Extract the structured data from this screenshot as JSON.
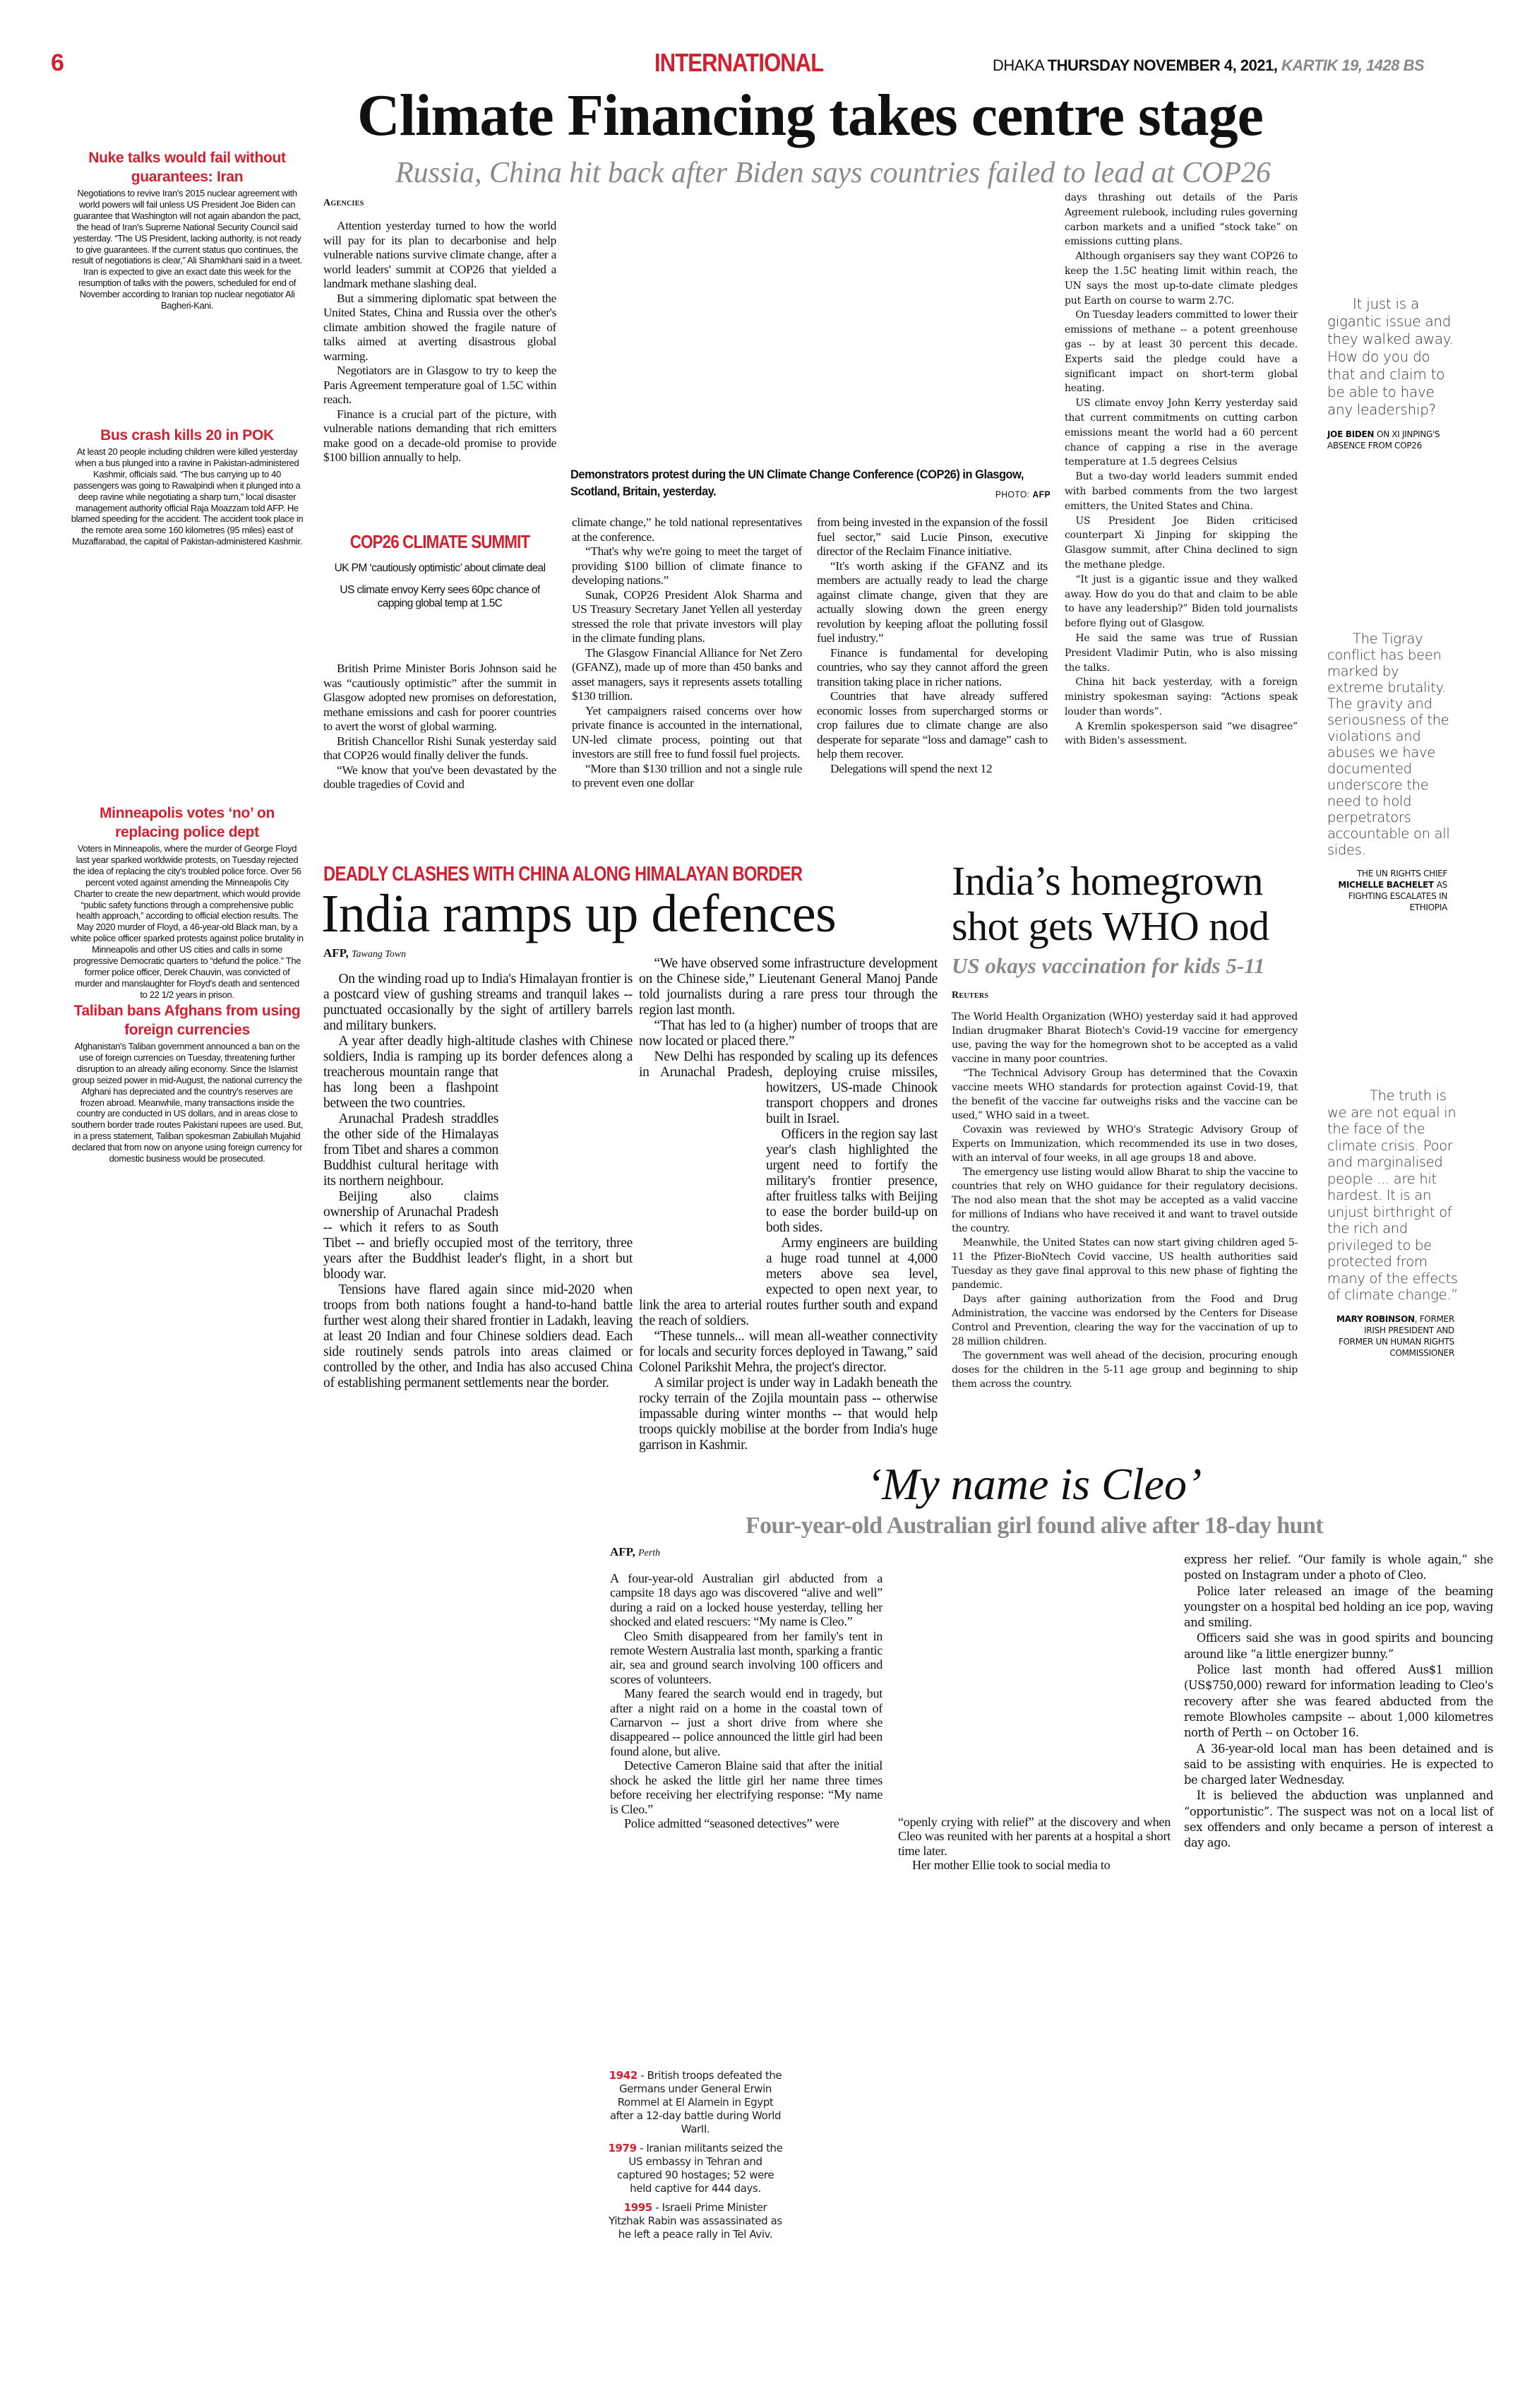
{
  "masthead": {
    "page_number": "6",
    "section": "INTERNATIONAL",
    "city": "DHAKA",
    "date": "THURSDAY NOVEMBER 4, 2021,",
    "bangla_date": "KARTIK 19, 1428 BS"
  },
  "colors": {
    "accent": "#d1202f",
    "subhead_gray": "#8a8a8a"
  },
  "sidebar": [
    {
      "title": "Nuke talks would fail without guarantees: Iran",
      "body": "Negotiations to revive Iran's 2015 nuclear agreement with world powers will fail unless US President Joe Biden can guarantee that Washington will not again abandon the pact, the head of Iran's Supreme National Security Council said yesterday. “The US President, lacking authority, is not ready to give guarantees. If the current status quo continues, the result of negotiations is clear,” Ali Shamkhani said in a tweet. Iran is expected to give an exact date this week for the resumption of talks with the powers, scheduled for end of November according to Iranian top nuclear negotiator Ali Bagheri-Kani."
    },
    {
      "title": "Bus crash kills 20 in POK",
      "body": "At least 20 people including children were killed yesterday when a bus plunged into a ravine in Pakistan-administered Kashmir, officials said. “The bus carrying up to 40 passengers was going to Rawalpindi when it plunged into a deep ravine while negotiating a sharp turn,” local disaster management authority official Raja Moazzam told AFP. He blamed speeding for the accident. The accident took place in the remote area some 160 kilometres (95 miles) east of Muzaffarabad, the capital of Pakistan-administered Kashmir."
    },
    {
      "title": "Minneapolis votes ‘no’ on replacing police dept",
      "body": "Voters in Minneapolis, where the murder of George Floyd last year sparked worldwide protests, on Tuesday rejected the idea of replacing the city's troubled police force. Over 56 percent voted against amending the Minneapolis City Charter to create the new department, which would provide “public safety functions through a comprehensive public health approach,” according to official election results. The May 2020 murder of Floyd, a 46-year-old Black man, by a white police officer sparked protests against police brutality in Minneapolis and other US cities and calls in some progressive Democratic quarters to “defund the police.” The former police officer, Derek Chauvin, was convicted of murder and manslaughter for Floyd's death and sentenced to 22 1/2 years in prison."
    },
    {
      "title": "Taliban bans Afghans from using foreign currencies",
      "body": "Afghanistan's Taliban government announced a ban on the use of foreign currencies on Tuesday, threatening further disruption to an already ailing economy. Since the Islamist group seized power in mid-August, the national currency the Afghani has depreciated and the country's reserves are frozen abroad. Meanwhile, many transactions inside the country are conducted in US dollars, and in areas close to southern border trade routes Pakistani rupees are used. But, in a press statement, Taliban spokesman Zabiullah Mujahid declared that from now on anyone using foreign currency for domestic business would be prosecuted."
    }
  ],
  "climate": {
    "headline": "Climate Financing takes centre stage",
    "subhead": "Russia, China hit back after Biden says countries failed to lead at COP26",
    "byline": "Agencies",
    "photo_caption": "Demonstrators protest during the UN Climate Change Conference (COP26) in Glasgow, Scotland, Britain, yesterday.",
    "photo_credit_label": "PHOTO:",
    "photo_credit": "AFP",
    "box": {
      "title": "COP26 CLIMATE SUMMIT",
      "items": [
        "UK PM ‘cautiously optimistic’ about climate deal",
        "US climate envoy Kerry sees 60pc chance of capping global temp at 1.5C"
      ]
    },
    "col1_top": [
      "Attention yesterday turned to how the world will pay for its plan to decarbonise and help vulnerable nations survive climate change, after a world leaders' summit at COP26 that yielded a landmark methane slashing deal.",
      "But a simmering diplomatic spat between the United States, China and Russia over the other's climate ambition showed the fragile nature of talks aimed at averting disastrous global warming.",
      "Negotiators are in Glasgow to try to keep the Paris Agreement temperature goal of 1.5C within reach.",
      "Finance is a crucial part of the picture, with vulnerable nations demanding that rich emitters make good on a decade-old promise to provide $100 billion annually to help."
    ],
    "col1_bottom": [
      "British Prime Minister Boris Johnson said he was “cautiously optimistic” after the summit in Glasgow adopted new promises on deforestation, methane emissions and cash for poorer countries to avert the worst of global warming.",
      "British Chancellor Rishi Sunak yesterday said that COP26 would finally deliver the funds.",
      "“We know that you've been devastated by the double tragedies of Covid and"
    ],
    "col2": [
      "climate change,” he told national representatives at the conference.",
      "“That's why we're going to meet the target of providing $100 billion of climate finance to developing nations.”",
      "Sunak, COP26 President Alok Sharma and US Treasury Secretary Janet Yellen all yesterday stressed the role that private investors will play in the climate funding plans.",
      "The Glasgow Financial Alliance for Net Zero (GFANZ), made up of more than 450 banks and asset managers, says it represents assets totalling $130 trillion.",
      "Yet campaigners raised concerns over how private finance is accounted in the international, UN-led climate process, pointing out that investors are still free to fund fossil fuel projects.",
      "“More than $130 trillion and not a single rule to prevent even one dollar"
    ],
    "col3": [
      "from being invested in the expansion of the fossil fuel sector,” said Lucie Pinson, executive director of the Reclaim Finance initiative.",
      "“It's worth asking if the GFANZ and its members are actually ready to lead the charge against climate change, given that they are actually slowing down the green energy revolution by keeping afloat the polluting fossil fuel industry.”",
      "Finance is fundamental for developing countries, who say they cannot afford the green transition taking place in richer nations.",
      "Countries that have already suffered economic losses from supercharged storms or crop failures due to climate change are also desperate for separate “loss and damage” cash to help them recover.",
      "Delegations will spend the next 12"
    ],
    "col4": [
      "days thrashing out details of the Paris Agreement rulebook, including rules governing carbon markets and a unified “stock take” on emissions cutting plans.",
      "Although organisers say they want COP26 to keep the 1.5C heating limit within reach, the UN says the most up-to-date climate pledges put Earth on course to warm 2.7C.",
      "On Tuesday leaders committed to lower their emissions of methane -- a potent greenhouse gas -- by at least 30 percent this decade. Experts said the pledge could have a significant impact on short-term global heating.",
      "US climate envoy John Kerry yesterday said that current commitments on cutting carbon emissions meant the world had a 60 percent chance of capping a rise in the average temperature at 1.5 degrees Celsius",
      "But a two-day world leaders summit ended with barbed comments from the two largest emitters, the United States and China.",
      "US President Joe Biden criticised counterpart Xi Jinping for skipping the Glasgow summit, after China declined to sign the methane pledge.",
      "“It just is a gigantic issue and they walked away. How do you do that and claim to be able to have any leadership?” Biden told journalists before flying out of Glasgow.",
      "He said the same was true of Russian President Vladimir Putin, who is also missing the talks.",
      "China hit back yesterday, with a foreign ministry spokesman saying: “Actions speak louder than words”.",
      "A Kremlin spokesperson said “we disagree” with Biden's assessment."
    ]
  },
  "quotes": [
    {
      "text": "It just is a gigantic issue and they walked away. How do you do that and claim to be able to have any leadership?",
      "name": "JOE BIDEN",
      "role": "ON XI JINPING'S ABSENCE FROM COP26"
    },
    {
      "text": "The Tigray conflict has been marked by extreme brutality. The gravity and seriousness of the violations and abuses we have documented underscore the need to hold perpetrators accountable on all sides.",
      "prefix": "THE UN RIGHTS CHIEF",
      "name": "MICHELLE BACHELET",
      "role": "AS FIGHTING ESCALATES IN ETHIOPIA"
    },
    {
      "text": "The truth is we are not equal in the face of the climate crisis. Poor and marginalised people ... are hit hardest. It is an unjust birthright of the rich and privileged to be protected from many of the effects of climate change.”",
      "name": "MARY ROBINSON",
      "role": ", FORMER IRISH PRESIDENT AND FORMER UN HUMAN RIGHTS COMMISSIONER"
    }
  ],
  "india": {
    "kicker": "DEADLY CLASHES WITH CHINA ALONG HIMALAYAN BORDER",
    "headline": "India ramps up defences",
    "agency": "AFP,",
    "dateline": "Tawang Town",
    "col1": [
      "On the winding road up to India's Himalayan frontier is a postcard view of gushing streams and tranquil lakes -- punctuated occasionally by the sight of artillery barrels and military bunkers.",
      "A year after deadly high-altitude clashes with Chinese soldiers, India is ramping up its border defences along a treacherous mountain range that has long been a flashpoint between the two countries.",
      "Arunachal Pradesh straddles the other side of the Himalayas from Tibet and shares a common Buddhist cultural heritage with its northern neighbour.",
      "Beijing also claims ownership of Arunachal Pradesh -- which it refers to as South Tibet -- and briefly occupied most of the territory, three years after the Buddhist leader's flight, in a short but bloody war.",
      "Tensions have flared again since mid-2020 when troops from both nations fought a hand-to-hand battle further west along their shared frontier in Ladakh, leaving at least 20 Indian and four Chinese soldiers dead. Each side routinely sends patrols into areas claimed or controlled by the other, and India has also accused China of establishing permanent settlements near the border."
    ],
    "col2": [
      "“We have observed some infrastructure development on the Chinese side,” Lieutenant General Manoj Pande told journalists during a rare press tour through the region last month.",
      "“That has led to (a higher) number of troops that are now located or placed there.”",
      "New Delhi has responded by scaling up its defences in Arunachal Pradesh, deploying cruise missiles, howitzers, US-made Chinook transport choppers and drones built in Israel.",
      "Officers in the region say last year's clash highlighted the urgent need to fortify the military's frontier presence, after fruitless talks with Beijing to ease the border build-up on both sides.",
      "Army engineers are building a huge road tunnel at 4,000 meters above sea level, expected to open next year, to link the area to arterial routes further south and expand the reach of soldiers.",
      "“These tunnels... will mean all-weather connectivity for locals and security forces deployed in Tawang,” said Colonel Parikshit Mehra, the project's director.",
      "A similar project is under way in Ladakh beneath the rocky terrain of the Zojila mountain pass -- otherwise impassable during winter months -- that would help troops quickly mobilise at the border from India's huge garrison in Kashmir."
    ]
  },
  "who": {
    "headline": "India’s homegrown shot gets WHO nod",
    "subhead": "US okays vaccination for kids 5-11",
    "byline": "Reuters",
    "body": [
      "The World Health Organization (WHO) yesterday said it had approved Indian drugmaker Bharat Biotech's Covid-19 vaccine for emergency use, paving the way for the homegrown shot to be accepted as a valid vaccine in many poor countries.",
      "“The Technical Advisory Group has determined that the Covaxin vaccine meets WHO standards for protection against Covid-19, that the benefit of the vaccine far outweighs risks and the vaccine can be used,” WHO said in a tweet.",
      "Covaxin was reviewed by WHO's Strategic Advisory Group of Experts on Immunization, which recommended its use in two doses, with an interval of four weeks, in all age groups 18 and above.",
      "The emergency use listing would allow Bharat to ship the vaccine to countries that rely on WHO guidance for their regulatory decisions. The nod also mean that the shot may be accepted as a valid vaccine for millions of Indians who have received it and want to travel outside the country.",
      "Meanwhile, the United States can now start giving children aged 5-11 the Pfizer-BioNtech Covid vaccine, US health authorities said Tuesday as they gave final approval to this new phase of fighting the pandemic.",
      "Days after gaining authorization from the Food and Drug Administration, the vaccine was endorsed by the Centers for Disease Control and Prevention, clearing the way for the vaccination of up to 28 million children.",
      "The government was well ahead of the decision, procuring enough doses for the children in the 5-11 age group and beginning to ship them across the country."
    ]
  },
  "cleo": {
    "headline": "‘My name is Cleo’",
    "subhead": "Four-year-old Australian girl found alive after 18-day hunt",
    "agency": "AFP,",
    "dateline": "Perth",
    "col1": [
      "A four-year-old Australian girl abducted from a campsite 18 days ago was discovered “alive and well” during a raid on a locked house yesterday, telling her shocked and elated rescuers: “My name is Cleo.”",
      "Cleo Smith disappeared from her family's tent in remote Western Australia last month, sparking a frantic air, sea and ground search involving 100 officers and scores of volunteers.",
      "Many feared the search would end in tragedy, but after a night raid on a home in the coastal town of Carnarvon -- just a short drive from where she disappeared -- police announced the little girl had been found alone, but alive.",
      "Detective Cameron Blaine said that after the initial shock he asked the little girl her name three times before receiving her electrifying response: “My name is Cleo.”",
      "Police admitted “seasoned detectives” were"
    ],
    "col2": [
      "“openly crying with relief” at the discovery and when Cleo was reunited with her parents at a hospital a short time later.",
      "Her mother Ellie took to social media to"
    ],
    "col3": [
      "express her relief. “Our family is whole again,” she posted on Instagram under a photo of Cleo.",
      "Police later released an image of the beaming youngster on a hospital bed holding an ice pop, waving and smiling.",
      "Officers said she was in good spirits and bouncing around like “a little energizer bunny.”",
      "Police last month had offered Aus$1 million (US$750,000) reward for information leading to Cleo's recovery after she was feared abducted from the remote Blowholes campsite -- about 1,000 kilometres north of Perth -- on October 16.",
      "A 36-year-old local man has been detained and is said to be assisting with enquiries. He is expected to be charged later Wednesday.",
      "It is believed the abduction was unplanned and “opportunistic”. The suspect was not on a local list of sex offenders and only became a person of interest a day ago."
    ]
  },
  "on_this_day": [
    {
      "year": "1942",
      "text": " - British troops defeated the Germans under General Erwin Rommel at El Alamein in Egypt after a 12-day battle during World WarII."
    },
    {
      "year": "1979",
      "text": " - Iranian militants seized the US embassy in Tehran and captured 90 hostages; 52 were held captive for 444 days."
    },
    {
      "year": "1995",
      "text": " - Israeli Prime Minister Yitzhak Rabin was assassinated as he left a peace rally in Tel Aviv."
    }
  ]
}
